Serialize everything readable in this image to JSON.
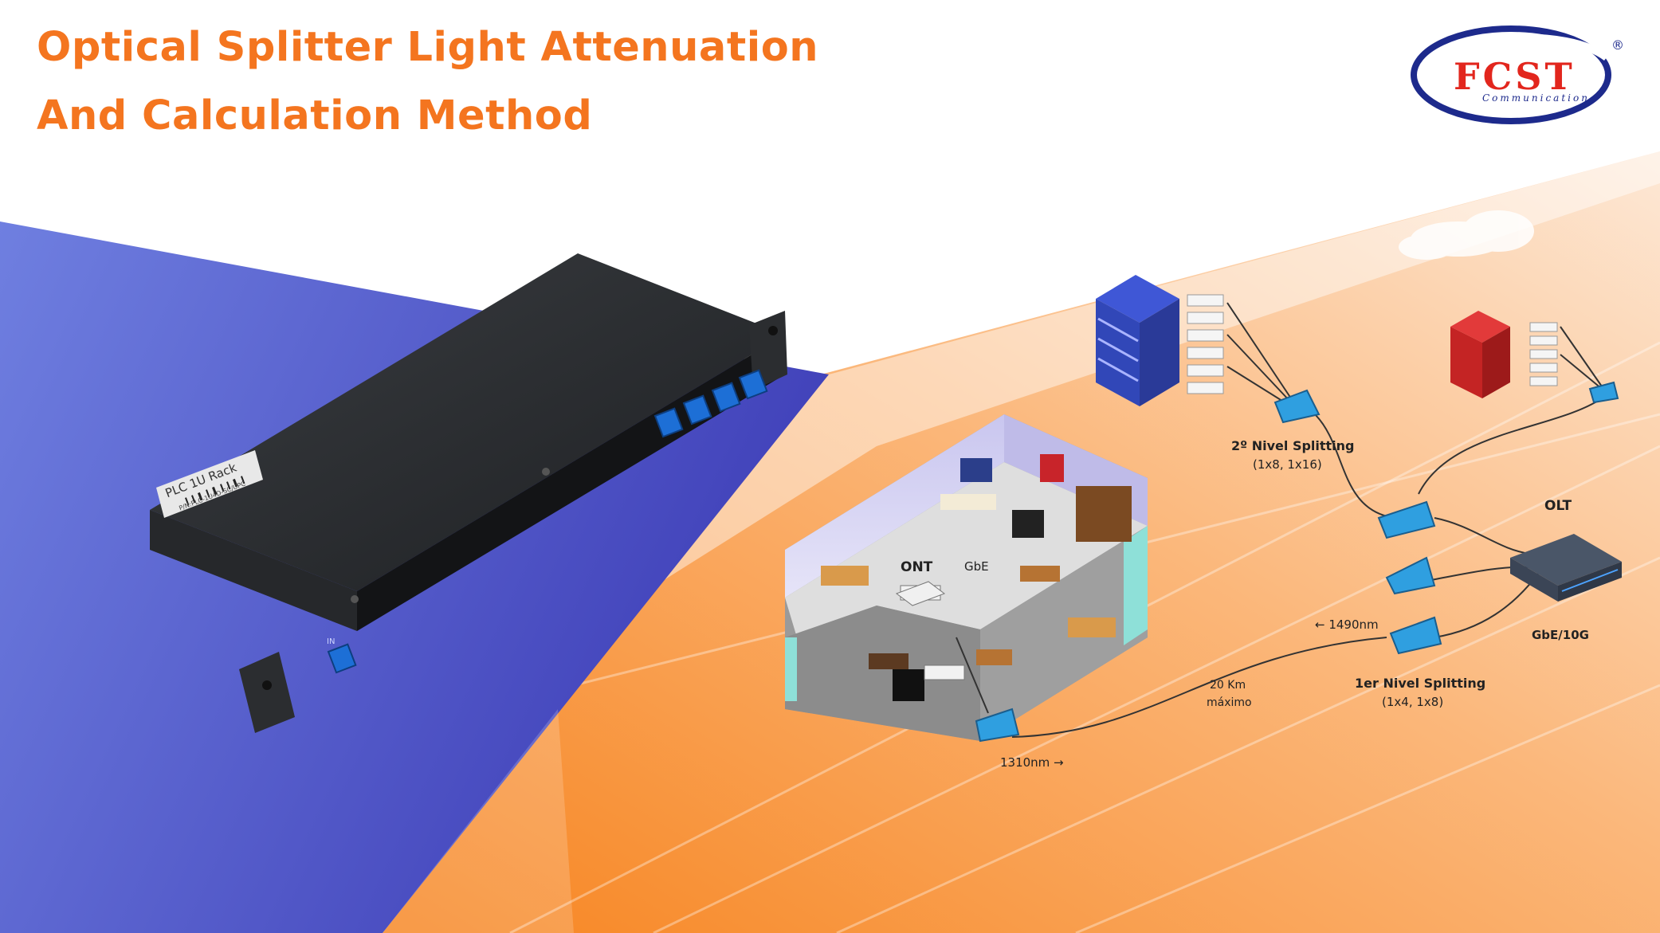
{
  "title": {
    "line1": "Optical Splitter Light Attenuation",
    "line2": "And Calculation Method"
  },
  "logo": {
    "brand": "FCST",
    "sub": "Communication",
    "mark": "®"
  },
  "rack_device": {
    "label_main": "PLC 1U Rack",
    "label_sub": "P/N:PLC-1U4D-SC/UPC",
    "port_label": "IN"
  },
  "diagram": {
    "ont": "ONT",
    "gbe": "GbE",
    "olt": "OLT",
    "olt_speed": "GbE/10G",
    "level2_title": "2º Nivel Splitting",
    "level2_ratio": "(1x8, 1x16)",
    "level1_title": "1er Nivel Splitting",
    "level1_ratio": "(1x4, 1x8)",
    "downstream": "← 1490nm",
    "upstream": "1310nm →",
    "distance_1": "20 Km",
    "distance_2": "máximo"
  },
  "colors": {
    "title_orange": "#f4751f",
    "background_blue": "#5a5fce",
    "background_orange": "#f8913a",
    "logo_blue": "#1d2a8c",
    "logo_red": "#e2261d",
    "splitter_blue": "#2f9fe0"
  }
}
